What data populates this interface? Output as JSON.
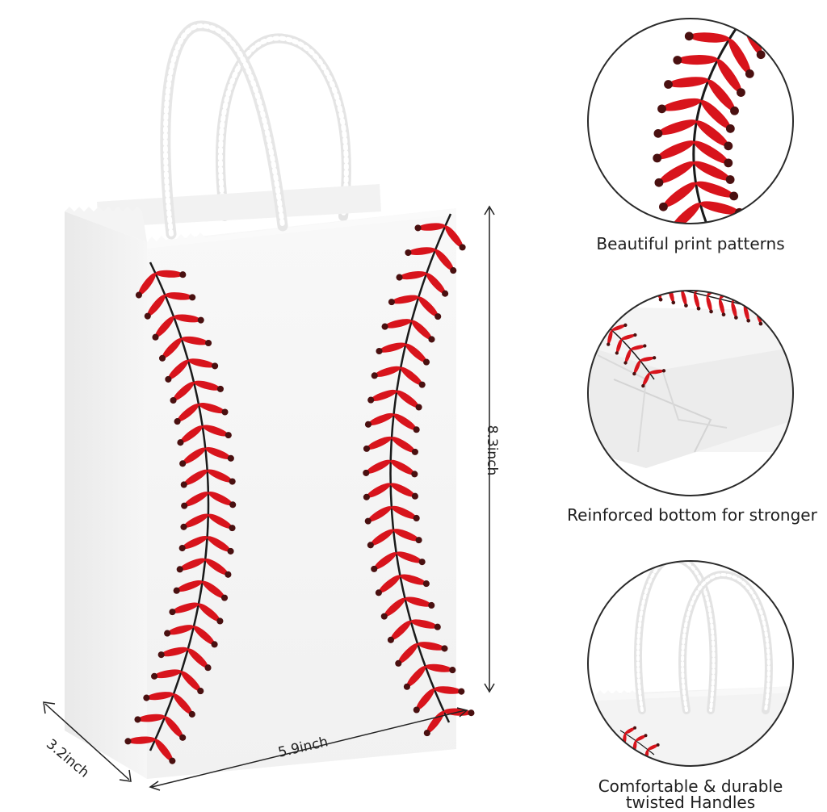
{
  "dimensions": {
    "height": "8.3inch",
    "width": "5.9inch",
    "depth": "3.2inch"
  },
  "features": [
    {
      "caption": "Beautiful print patterns"
    },
    {
      "caption": "Reinforced bottom for stronger"
    },
    {
      "caption_line1": "Comfortable & durable",
      "caption_line2": "twisted Handles"
    }
  ],
  "colors": {
    "stitch_red": "#d8141c",
    "stitch_dark": "#1a1a1a",
    "bag_white": "#f6f6f6",
    "circle_border": "#2a2a2a"
  },
  "icons": [
    "baseball-stitch-pattern",
    "gift-bag",
    "twisted-handle"
  ]
}
